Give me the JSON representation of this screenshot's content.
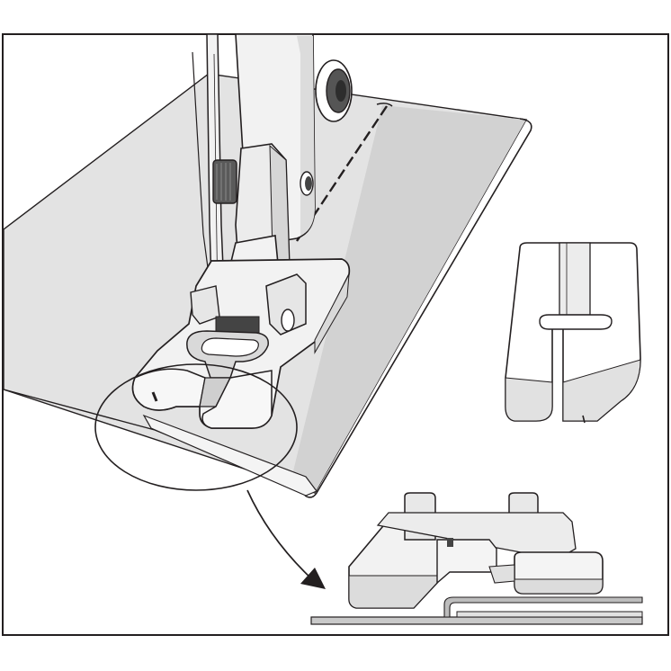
{
  "illustration": {
    "subject": "presser-foot-with-folded-fabric-edge",
    "colors": {
      "line": "#231f20",
      "fabric_light": "#e3e3e3",
      "fabric_mid": "#d0d0d0",
      "metal_light": "#f2f2f2",
      "metal_mid": "#d9d9d9",
      "metal_dark": "#555555",
      "stitch": "#231f20",
      "background": "#ffffff"
    },
    "parts": [
      "fabric-sheet",
      "folded-fabric-edge",
      "stitch-line",
      "presser-foot-shank",
      "presser-foot-sole",
      "needle",
      "thread",
      "foot-screw",
      "detail-magnifier-circle",
      "detail-arrow",
      "foot-top-view",
      "foot-side-view",
      "fabric-cross-section"
    ]
  }
}
